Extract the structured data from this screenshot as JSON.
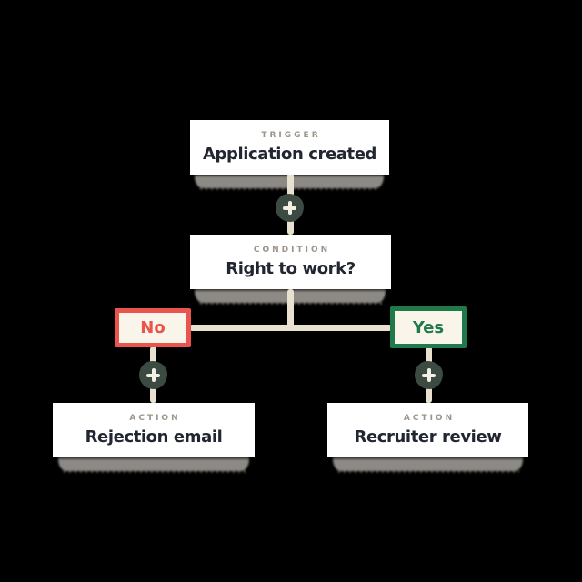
{
  "diagram": {
    "nodes": {
      "trigger": {
        "type_label": "TRIGGER",
        "title": "Application created"
      },
      "condition": {
        "type_label": "CONDITION",
        "title": "Right to work?"
      },
      "action_rejection": {
        "type_label": "ACTION",
        "title": "Rejection email"
      },
      "action_review": {
        "type_label": "ACTION",
        "title": "Recruiter review"
      }
    },
    "branches": {
      "no": {
        "label": "No",
        "accent": "#e9544c"
      },
      "yes": {
        "label": "Yes",
        "accent": "#1e7a4b"
      }
    },
    "icons": {
      "add_step": "plus-icon"
    },
    "colors": {
      "background": "#000000",
      "card": "#ffffff",
      "type_label": "#9b948b",
      "title": "#212630",
      "connector_line": "#e8e1cf",
      "plus_circle": "#3c4b41",
      "plus_glyph": "#f2efe4",
      "branch_fill": "#faf5eb",
      "shadow": "#8d8a85"
    }
  }
}
